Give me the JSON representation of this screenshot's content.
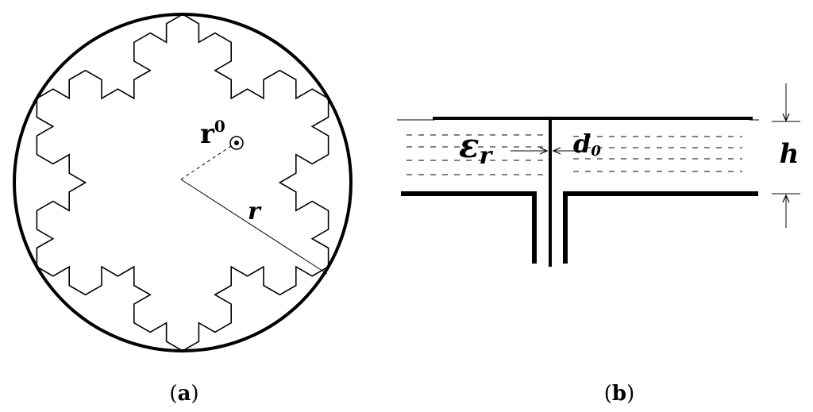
{
  "panel_a": {
    "caption_open": "(",
    "caption_letter": "a",
    "caption_close": ")",
    "label_r0_base": "r",
    "label_r0_sub": "0",
    "label_r": "r"
  },
  "panel_b": {
    "caption_open": "(",
    "caption_letter": "b",
    "caption_close": ")",
    "label_eps_base": "ε",
    "label_eps_sub": "r",
    "label_d0_base": "d",
    "label_d0_sub": "0",
    "label_h": "h"
  }
}
